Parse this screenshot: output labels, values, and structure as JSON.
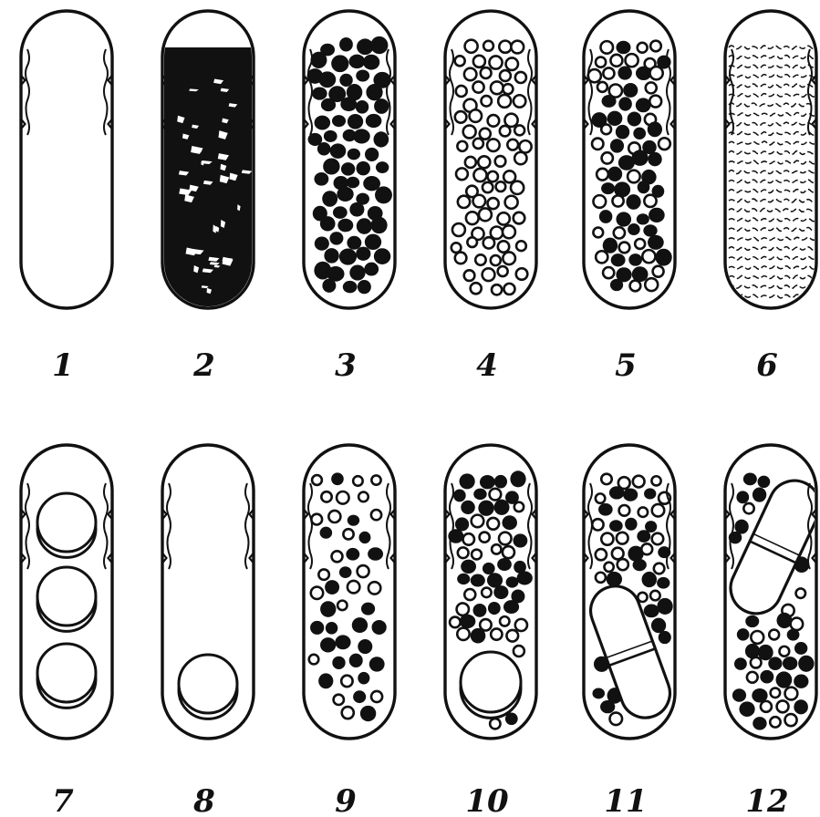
{
  "figure": {
    "capsules": [
      {
        "label": "1",
        "fill": "empty"
      },
      {
        "label": "2",
        "fill": "dense-black-mass"
      },
      {
        "label": "3",
        "fill": "black-pellets"
      },
      {
        "label": "4",
        "fill": "white-pellets"
      },
      {
        "label": "5",
        "fill": "mixed-pellets"
      },
      {
        "label": "6",
        "fill": "liquid"
      },
      {
        "label": "7",
        "fill": "three-tablets"
      },
      {
        "label": "8",
        "fill": "one-tablet"
      },
      {
        "label": "9",
        "fill": "sparse-mixed-pellets"
      },
      {
        "label": "10",
        "fill": "pellets-with-tablet"
      },
      {
        "label": "11",
        "fill": "pellets-with-capsule"
      },
      {
        "label": "12",
        "fill": "pellets-with-tilted-capsule"
      }
    ],
    "colors": {
      "ink": "#111111",
      "paper": "#ffffff"
    }
  }
}
